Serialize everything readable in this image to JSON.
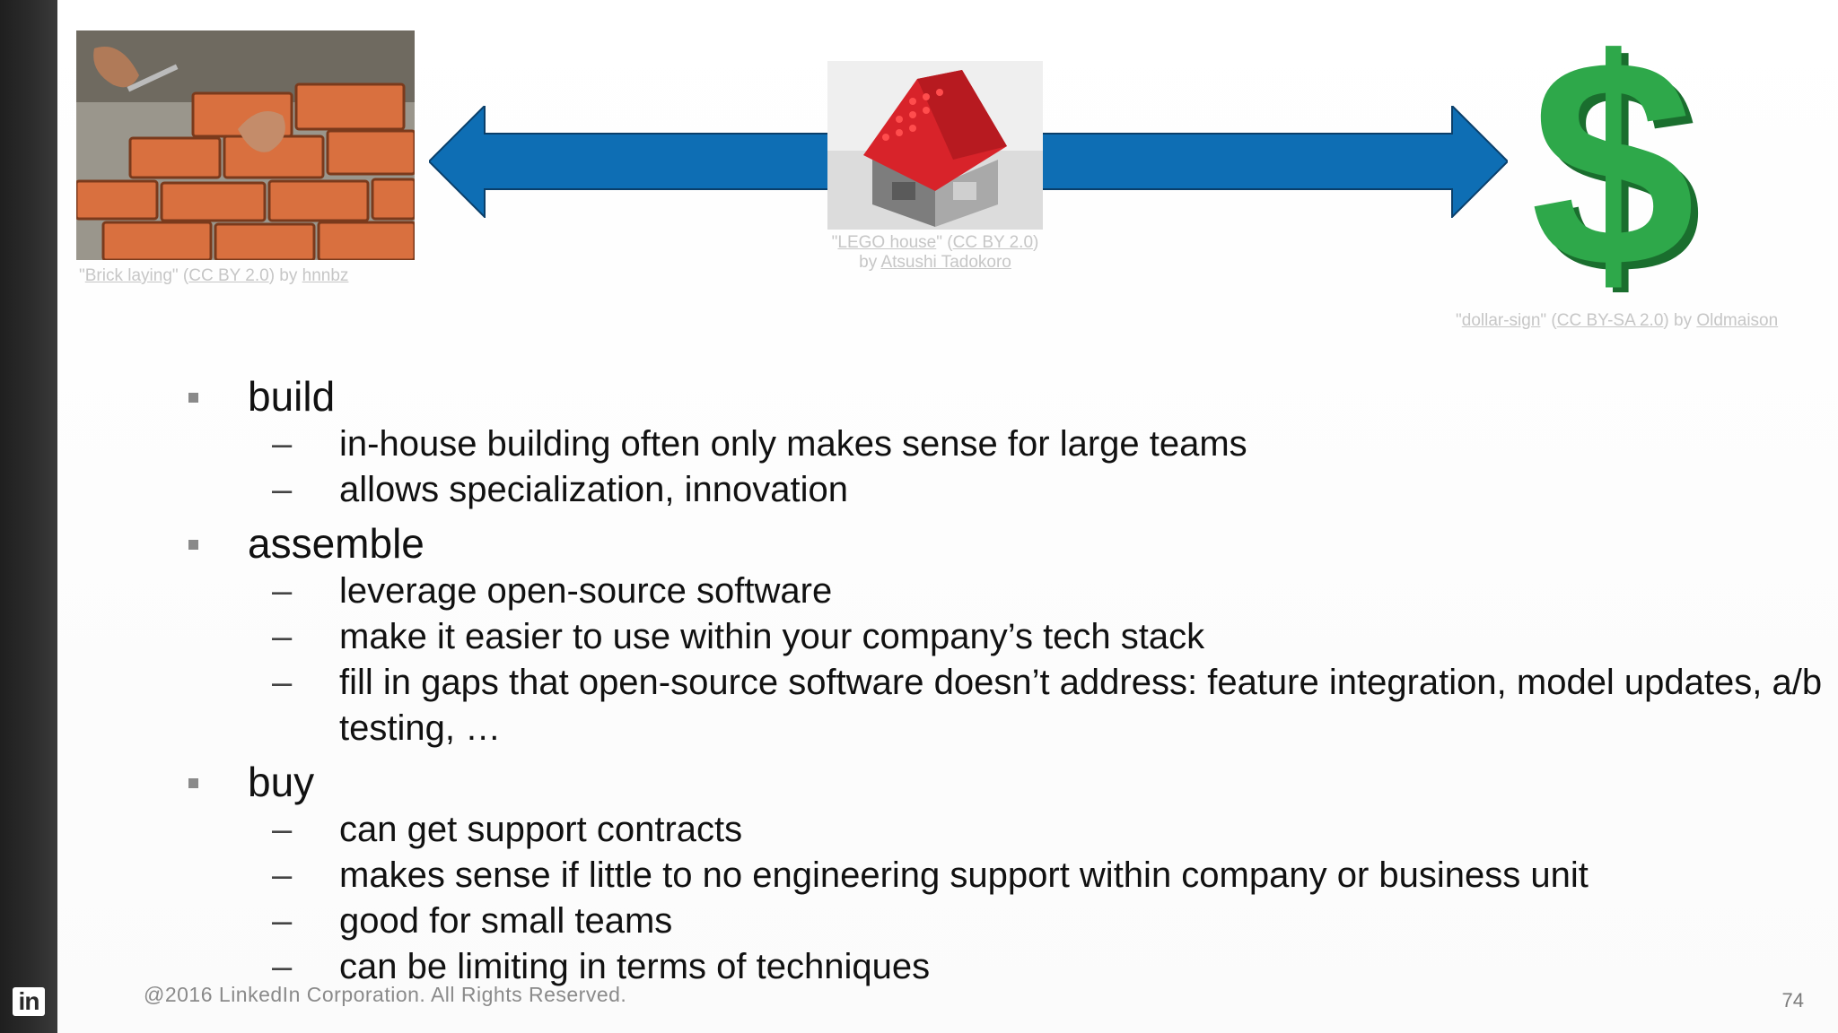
{
  "credits": {
    "brick": {
      "open_quote": "\"",
      "title": "Brick laying",
      "mid1": "\" (",
      "license": "CC BY 2.0",
      "mid2": ") by ",
      "author": " hnnbz"
    },
    "lego": {
      "open_quote": "\"",
      "title": "LEGO house",
      "mid1": "\" (",
      "license": "CC BY 2.0",
      "mid2": ")",
      "by": "by ",
      "author": " Atsushi Tadokoro"
    },
    "dollar": {
      "open_quote": "\"",
      "title": "dollar-sign",
      "mid1": "\" (",
      "license": "CC BY-SA 2.0",
      "mid2": ") by ",
      "author": " Oldmaison"
    }
  },
  "sections": [
    {
      "title": "build",
      "items": [
        "in-house building often only makes sense for large teams",
        "allows specialization, innovation"
      ]
    },
    {
      "title": "assemble",
      "items": [
        "leverage open-source software",
        "make it easier to use within your company’s tech stack",
        "fill in gaps that open-source software doesn’t address: feature integration, model updates, a/b testing, …"
      ]
    },
    {
      "title": "buy",
      "items": [
        "can get support contracts",
        "makes sense if little to no engineering support within company or business unit",
        "good for small teams",
        "can be limiting in terms of techniques"
      ]
    }
  ],
  "dash": "–",
  "footer": {
    "copyright": "@2016 LinkedIn Corporation. All Rights Reserved.",
    "page_number": "74",
    "logo_text": "in"
  },
  "colors": {
    "arrow": "#0e6eb4",
    "dollar": "#2ea84a",
    "lego_roof": "#d8232a"
  }
}
